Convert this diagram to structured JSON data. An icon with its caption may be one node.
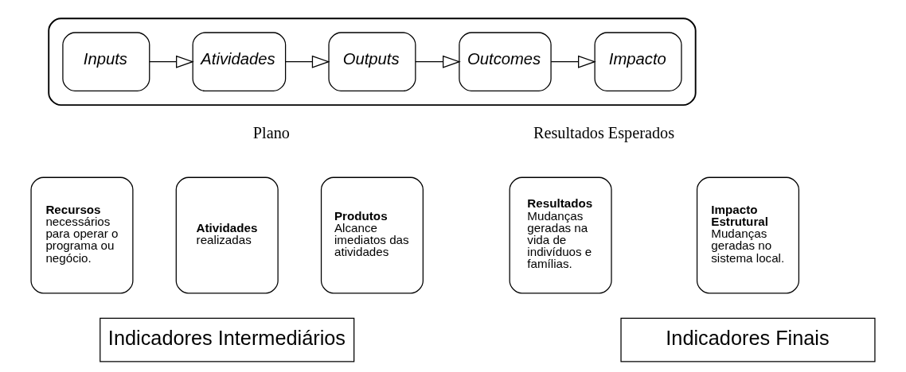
{
  "diagram": {
    "nodes": [
      {
        "text": [],
        "shape": "arrow"
      },
      {
        "text": [
          "Inputs"
        ],
        "in": 0
      },
      {
        "text": [
          "Atividades"
        ],
        "in": 0
      },
      {
        "text": [
          "Outputs"
        ],
        "in": 0
      },
      {
        "text": [
          "Outcomes"
        ],
        "in": 0
      },
      {
        "text": [
          "Impacto"
        ],
        "in": 0
      },
      {
        "text": [
          "Recursos",
          "necessários para operar o programa ou negócio."
        ]
      },
      {
        "text": [
          "Atividades",
          "realizadas"
        ]
      },
      {
        "text": [
          "Produtos",
          "Alcance imediatos das atividades"
        ]
      },
      {
        "text": [
          "Resultados",
          "Mudanças geradas na vida de indivíduos e famílias."
        ]
      },
      {
        "text": [
          "Impacto Estrutural",
          "Mudanças geradas no sistema local."
        ]
      },
      {
        "text": [
          "Indicadores Intermediários"
        ]
      },
      {
        "text": [
          "Indicadores Finais"
        ]
      }
    ],
    "edges": [
      {
        "from": 1,
        "to": 2,
        "arrow": "to"
      },
      {
        "from": 2,
        "to": 3,
        "arrow": "to"
      },
      {
        "from": 3,
        "to": 4,
        "arrow": "to"
      },
      {
        "from": 4,
        "to": 5,
        "arrow": "to"
      }
    ],
    "labels": [
      "Plano",
      "Resultados Esperados"
    ]
  }
}
